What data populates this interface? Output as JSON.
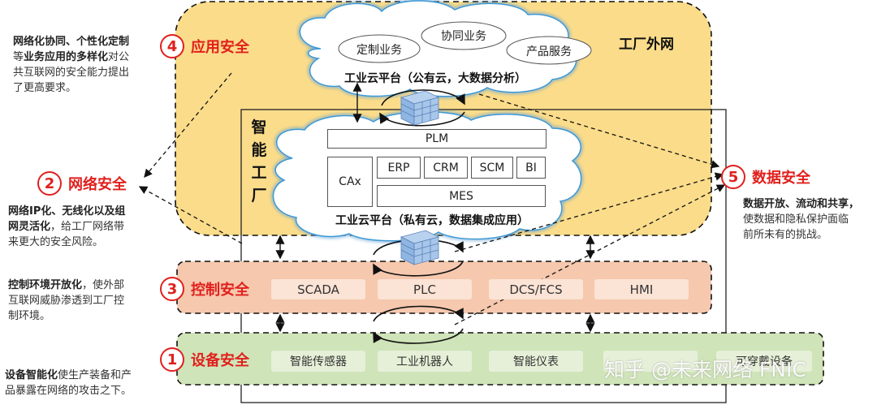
{
  "left_notes": {
    "app_note": {
      "line1": "网络化协同、个性化定制",
      "line2_pre": "等",
      "line2_bold": "业务应用的多样化",
      "line2_post": "对公",
      "line3": "共互联网的安全能力提出",
      "line4": "了更高要求。"
    },
    "net_note": {
      "line1": "网络IP化、无线化以及组",
      "line2_bold": "网灵活化",
      "line2_post": "，给工厂网络带",
      "line3": "来更大的安全风险。"
    },
    "ctrl_note": {
      "line1_bold": "控制环境开放化",
      "line1_post": "，使外部",
      "line2": "互联网威胁渗透到工厂控",
      "line3": "制环境。"
    },
    "dev_note": {
      "line1_bold": "设备智能化",
      "line1_post": "使生产装备和产",
      "line2": "品暴露在网络的攻击之下。"
    }
  },
  "right_notes": {
    "data_note": {
      "line1": "数据开放、流动和共享，",
      "line2": "使数据和隐私保护面临",
      "line3": "前所未有的挑战。"
    }
  },
  "security": {
    "app": {
      "num": "4",
      "label": "应用安全"
    },
    "net": {
      "num": "2",
      "label": "网络安全"
    },
    "ctrl": {
      "num": "3",
      "label": "控制安全"
    },
    "dev": {
      "num": "1",
      "label": "设备安全"
    },
    "data": {
      "num": "5",
      "label": "数据安全"
    }
  },
  "outer_network_label": "工厂外网",
  "smart_factory_label": [
    "智",
    "能",
    "工",
    "厂"
  ],
  "public_cloud": {
    "items": [
      "协同业务",
      "定制业务",
      "产品服务"
    ],
    "caption": "工业云平台（公有云，大数据分析）"
  },
  "private_cloud": {
    "plm": "PLM",
    "cax": "CAx",
    "erp": "ERP",
    "crm": "CRM",
    "scm": "SCM",
    "bi": "BI",
    "mes": "MES",
    "caption": "工业云平台（私有云，数据集成应用）"
  },
  "control_layer": [
    "SCADA",
    "PLC",
    "DCS/FCS",
    "HMI"
  ],
  "device_layer": [
    "智能传感器",
    "工业机器人",
    "智能仪表",
    "",
    "可穿戴设备"
  ],
  "watermark": "知乎 @未来网络 FNIC",
  "colors": {
    "app_fill": "#fbdc8a",
    "ctrl_fill": "#f6c8ae",
    "dev_fill": "#cfe4b8",
    "accent_red": "#e0201d",
    "cloud_outline": "#2e8fd0",
    "firewall": "#8fb6e2"
  }
}
